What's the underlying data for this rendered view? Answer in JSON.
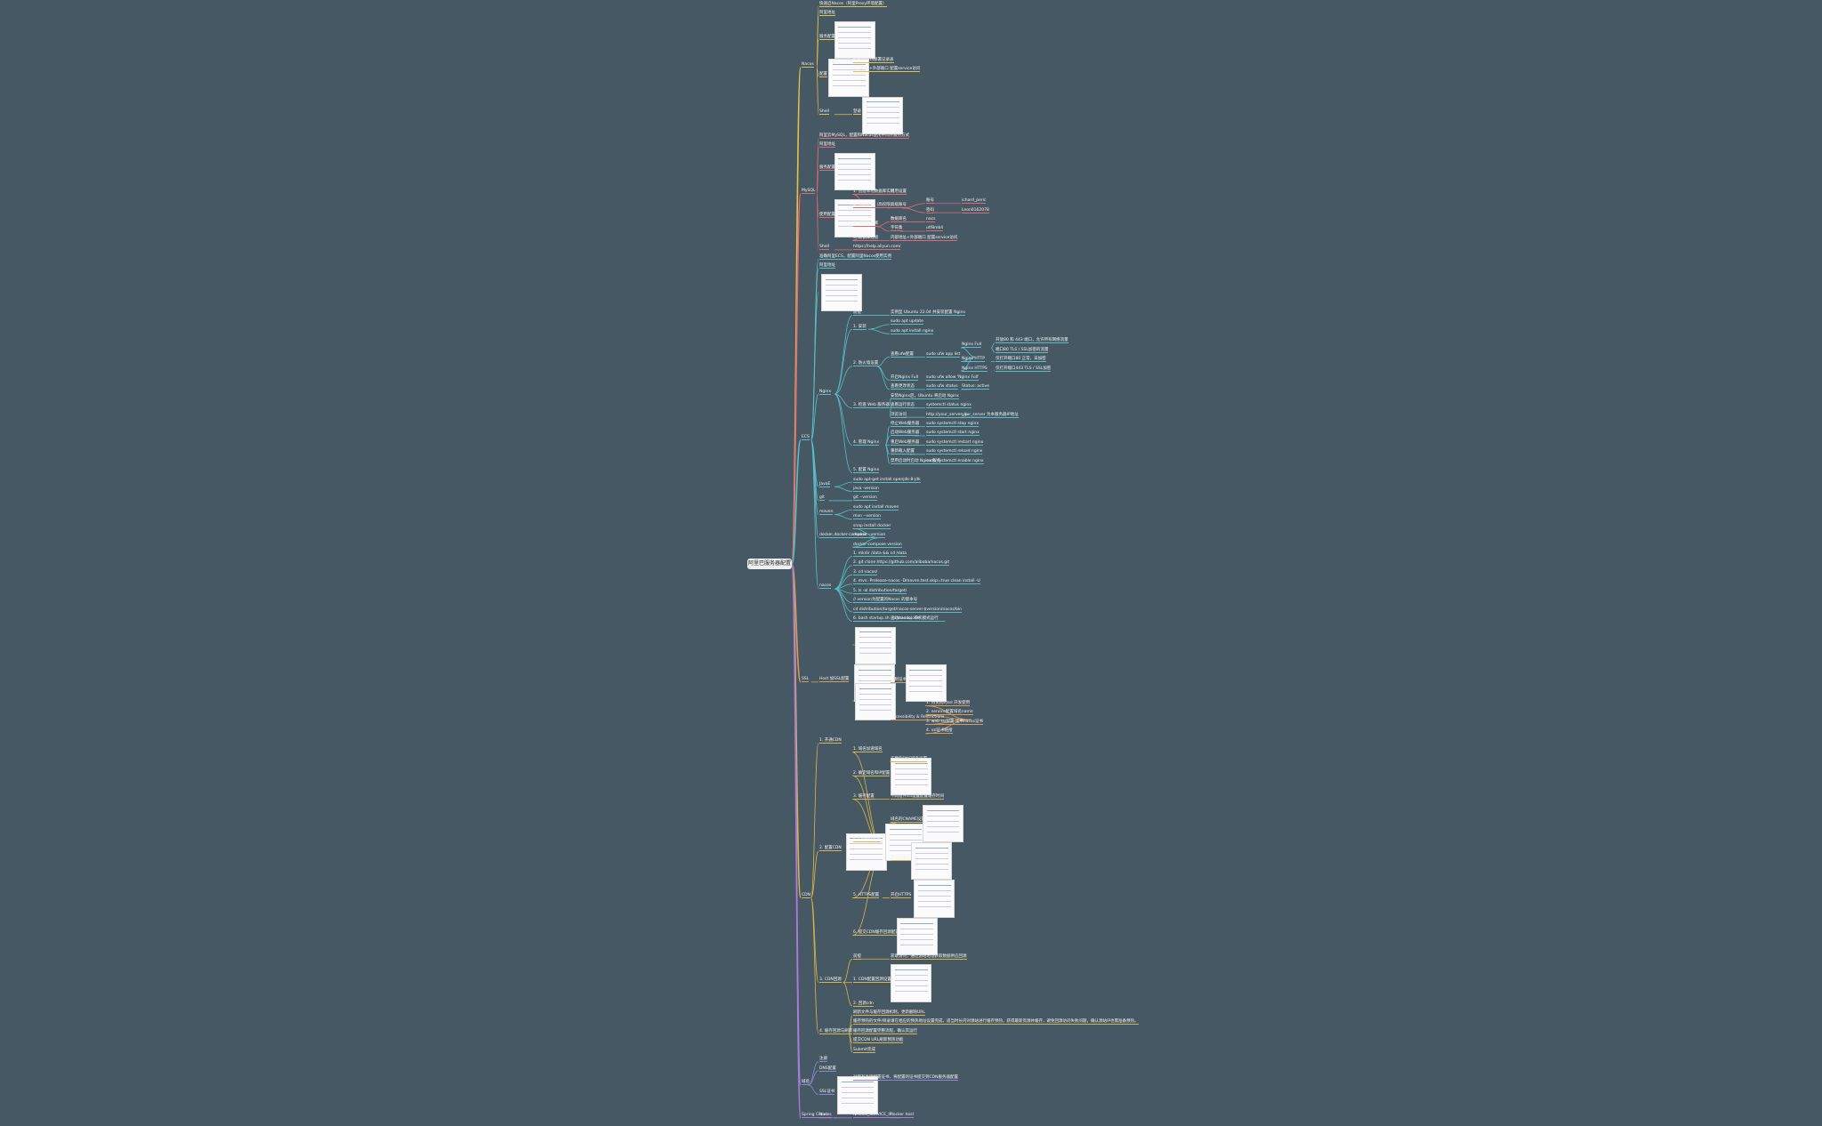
{
  "root": "阿里巴服务器配置",
  "branches": [
    {
      "label": "Nacos",
      "color": "#e3c04a",
      "children": [
        {
          "label": "快速启Nacos（阿里Proxy环境配置）"
        },
        {
          "label": "阿里地址"
        },
        {
          "label": "服务配置",
          "thumb": true
        },
        {
          "label": "配置",
          "thumb": true,
          "children": [
            {
              "label": "配置Java热部署记录表"
            },
            {
              "label": "内部地址+外部端口 配置service访问"
            }
          ]
        },
        {
          "label": "Shell",
          "children": [
            {
              "label": "登录",
              "thumb": true
            }
          ]
        }
      ]
    },
    {
      "label": "MySQL",
      "color": "#e06a73",
      "children": [
        {
          "label": "阿里云MySQL，配置和Nacos使用中间件服务方式"
        },
        {
          "label": "阿里地址"
        },
        {
          "label": "服务配置",
          "thumb": true
        },
        {
          "label": "使用配置",
          "thumb": true,
          "children": [
            {
              "label": "1. 创建本地数据库实例",
              "children": [
                {
                  "label": "可用设置"
                }
              ]
            },
            {
              "label": "2. 创建账号（高权限）",
              "children": [
                {
                  "label": "高级账号",
                  "children": [
                    {
                      "label": "账号",
                      "children": [
                        {
                          "label": "ichard_peric"
                        }
                      ]
                    },
                    {
                      "label": "密码",
                      "children": [
                        {
                          "label": "Leon0162078"
                        }
                      ]
                    }
                  ]
                }
              ]
            },
            {
              "label": "3. 创建数据库",
              "children": [
                {
                  "label": "数据库名",
                  "children": [
                    {
                      "label": "nacs"
                    }
                  ]
                },
                {
                  "label": "字符集",
                  "children": [
                    {
                      "label": "utf8mb4"
                    }
                  ]
                }
              ]
            },
            {
              "label": "4. 数据库连接",
              "children": [
                {
                  "label": "内部地址+外部端口 配置service访问"
                }
              ]
            }
          ]
        },
        {
          "label": "Shell",
          "children": [
            {
              "label": "https://help.aliyun.com/"
            }
          ]
        }
      ]
    },
    {
      "label": "ECS",
      "color": "#5bbcc4",
      "children": [
        {
          "label": "准确阿里ECS，配置阿里Nacos使用实例"
        },
        {
          "label": "阿里地址"
        },
        {
          "label": "",
          "thumb": true
        },
        {
          "label": "Nginx",
          "children": [
            {
              "label": "前提",
              "children": [
                {
                  "label": "实例型 Ubuntu 22.04 并安装配置 Nginx"
                }
              ]
            },
            {
              "label": "1. 安装",
              "children": [
                {
                  "label": "sudo apt update"
                },
                {
                  "label": "sudo apt install nginx"
                }
              ]
            },
            {
              "label": "2. 防火墙设置",
              "children": [
                {
                  "label": "查看ufw配置",
                  "children": [
                    {
                      "label": "sudo ufw app list",
                      "children": [
                        {
                          "label": "Nginx Full",
                          "children": [
                            {
                              "label": "开放80 和 443 端口，允许所有网络流量"
                            },
                            {
                              "label": "端口80 TLS / SSL加密的流量"
                            }
                          ]
                        },
                        {
                          "label": "Nginx HTTP",
                          "children": [
                            {
                              "label": "仅打开端口80 正常，未加密"
                            }
                          ]
                        },
                        {
                          "label": "Nginx HTTPS",
                          "children": [
                            {
                              "label": "仅打开端口443 TLS / SSL加密"
                            }
                          ]
                        }
                      ]
                    }
                  ]
                },
                {
                  "label": "开启Nginx Full",
                  "children": [
                    {
                      "label": "sudo ufw allow 'Nginx Full'"
                    }
                  ]
                },
                {
                  "label": "查看更改状态",
                  "children": [
                    {
                      "label": "sudo ufw status",
                      "children": [
                        {
                          "label": "Status: active"
                        }
                      ]
                    }
                  ]
                }
              ]
            },
            {
              "label": "3. 检查 Web 服务器",
              "children": [
                {
                  "label": "安装Nginx后，Ubuntu 将启动 Nginx"
                },
                {
                  "label": "查看运行状态",
                  "children": [
                    {
                      "label": "systemctl status nginx"
                    }
                  ]
                },
                {
                  "label": "浏览访问",
                  "children": [
                    {
                      "label": "http://your_server_ip",
                      "children": [
                        {
                          "label": "your_server 为本服务器IP地址"
                        }
                      ]
                    }
                  ]
                }
              ]
            },
            {
              "label": "4. 管理 Nginx",
              "children": [
                {
                  "label": "停止Web服务器",
                  "children": [
                    {
                      "label": "sudo systemctl stop nginx"
                    }
                  ]
                },
                {
                  "label": "启动Web服务器",
                  "children": [
                    {
                      "label": "sudo systemctl start nginx"
                    }
                  ]
                },
                {
                  "label": "重启Web服务器",
                  "children": [
                    {
                      "label": "sudo systemctl restart nginx"
                    }
                  ]
                },
                {
                  "label": "重新载入配置",
                  "children": [
                    {
                      "label": "sudo systemctl reload nginx"
                    }
                  ]
                },
                {
                  "label": "禁用启动时启动 Nginx 服务",
                  "children": [
                    {
                      "label": "sudo systemctl enable nginx"
                    }
                  ]
                }
              ]
            },
            {
              "label": "5. 配置 Nginx"
            }
          ]
        },
        {
          "label": "JavaE",
          "children": [
            {
              "label": "sudo apt-get install openjdk-8-jdk"
            },
            {
              "label": "java -version"
            }
          ]
        },
        {
          "label": "git",
          "children": [
            {
              "label": "git --version"
            }
          ]
        },
        {
          "label": "maven",
          "children": [
            {
              "label": "sudo apt install maven"
            },
            {
              "label": "mvn --version"
            }
          ]
        },
        {
          "label": "docker,docker-compose",
          "children": [
            {
              "label": "snap install docker"
            },
            {
              "label": "docker --version"
            },
            {
              "label": "docker-compose version"
            }
          ]
        },
        {
          "label": "nacos",
          "children": [
            {
              "label": "1. mkdir /data && cd /data"
            },
            {
              "label": "2. git clone https://github.com/alibaba/nacos.git"
            },
            {
              "label": "3. cd nacos/"
            },
            {
              "label": "4. mvn -Prelease-nacos -Dmaven.test.skip=true clean install -U"
            },
            {
              "label": "5. ls -al distribution/target/"
            },
            {
              "label": "// version为配置的Nacos 的版本号"
            },
            {
              "label": "cd distribution/target/nacos-server-$version/nacos/bin"
            },
            {
              "label": "6. bash startup.sh -m standalone",
              "children": [
                {
                  "label": "启动nacos，单机模式运行"
                }
              ]
            }
          ]
        }
      ]
    },
    {
      "label": "SSL",
      "color": "#d99a5a",
      "children": [
        {
          "label": "Host 加SSL配置",
          "thumb": true,
          "children": [
            {
              "label": "",
              "thumb": true
            },
            {
              "label": "",
              "thumb": true,
              "children": [
                {
                  "label": "复制证书",
                  "thumb": true
                },
                {
                  "label": "Accessibility & Restrictions",
                  "children": [
                    {
                      "label": "1. 用免费的ssl 开发使用"
                    },
                    {
                      "label": "2. service配置域名name"
                    },
                    {
                      "label": "3. web ssl配置 证书nacos证书"
                    },
                    {
                      "label": "4. ssl证书链接"
                    }
                  ]
                }
              ]
            }
          ]
        }
      ]
    },
    {
      "label": "CDN",
      "color": "#d8b54a",
      "children": [
        {
          "label": "1. 开通CDN"
        },
        {
          "label": "2. 配置CDN",
          "thumb": true,
          "children": [
            {
              "label": "1. 域名加速域名"
            },
            {
              "label": "2. 确定域名和IP配置",
              "thumb": true,
              "children": [
                {
                  "label": "正确的DNS域名设置"
                }
              ]
            },
            {
              "label": "3. 缓存配置",
              "children": [
                {
                  "label": "不同组件ssl设置配置缓存时间"
                }
              ]
            },
            {
              "label": "4. CNAME配置",
              "thumb": true,
              "children": [
                {
                  "label": "域名的CNAME设置",
                  "thumb": true
                },
                {
                  "label": "验证配置成功",
                  "thumb": true
                }
              ]
            },
            {
              "label": "5. HTTPS配置",
              "children": [
                {
                  "label": "开启HTTPS",
                  "thumb": true
                }
              ]
            },
            {
              "label": "6. 提交CDN缓存回源配置",
              "thumb": true
            }
          ]
        },
        {
          "label": "3. CDN回源",
          "children": [
            {
              "label": "前提",
              "children": [
                {
                  "label": "获取访问，通过源站地址获取数据供应回源"
                }
              ]
            },
            {
              "label": "1. CDN配置回源设置",
              "thumb": true
            },
            {
              "label": "2. 回源cdn"
            }
          ]
        },
        {
          "label": "4. 缓存回源与刷新",
          "children": [
            {
              "label": "刷新文件与缓存回源机制，更新删除URL"
            },
            {
              "label": "缓存预热的文件/目录请在相应的预热地址设置完成，适当时长内对源站进行缓存预热，获得最新资源并缓存，避免回源访问失败问题，确认源站IP也需准备预热。"
            },
            {
              "label": "缓存回源配置完整流程，确认其运行"
            },
            {
              "label": "提交CDN URL刷新预热功能"
            },
            {
              "label": "Submit完成"
            }
          ]
        }
      ]
    },
    {
      "label": "域名",
      "color": "#8e86d8",
      "children": [
        {
          "label": "注册"
        },
        {
          "label": "DNS配置"
        },
        {
          "label": "SSL证书",
          "thumb": true,
          "children": [
            {
              "label": "对所有准确配置证书，将配置的证书提交到CDN服务器配置"
            }
          ]
        }
      ]
    },
    {
      "label": "Spring Cloud",
      "color": "#b07ad8",
      "children": [
        {
          "label": "Nacos",
          "children": [
            {
              "label": "NACOS_SERVICE_IP",
              "children": [
                {
                  "label": "docker host"
                }
              ]
            }
          ]
        }
      ]
    }
  ]
}
